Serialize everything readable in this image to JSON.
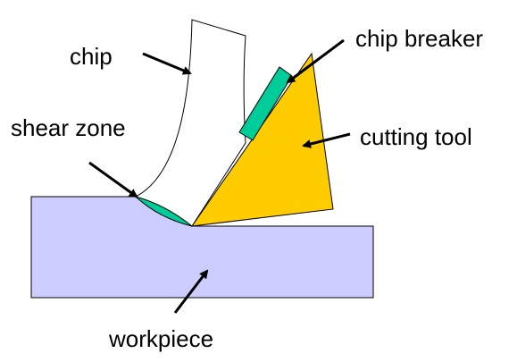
{
  "labels": {
    "chip": "chip",
    "chip_breaker": "chip breaker",
    "shear_zone": "shear zone",
    "cutting_tool": "cutting tool",
    "workpiece": "workpiece"
  },
  "colors": {
    "workpiece_fill": "#ccccff",
    "tool_fill": "#ffcc00",
    "chip_breaker_fill": "#00cc99",
    "shear_zone_fill": "#00cc99",
    "chip_fill": "#ffffff",
    "outline": "#000000"
  }
}
